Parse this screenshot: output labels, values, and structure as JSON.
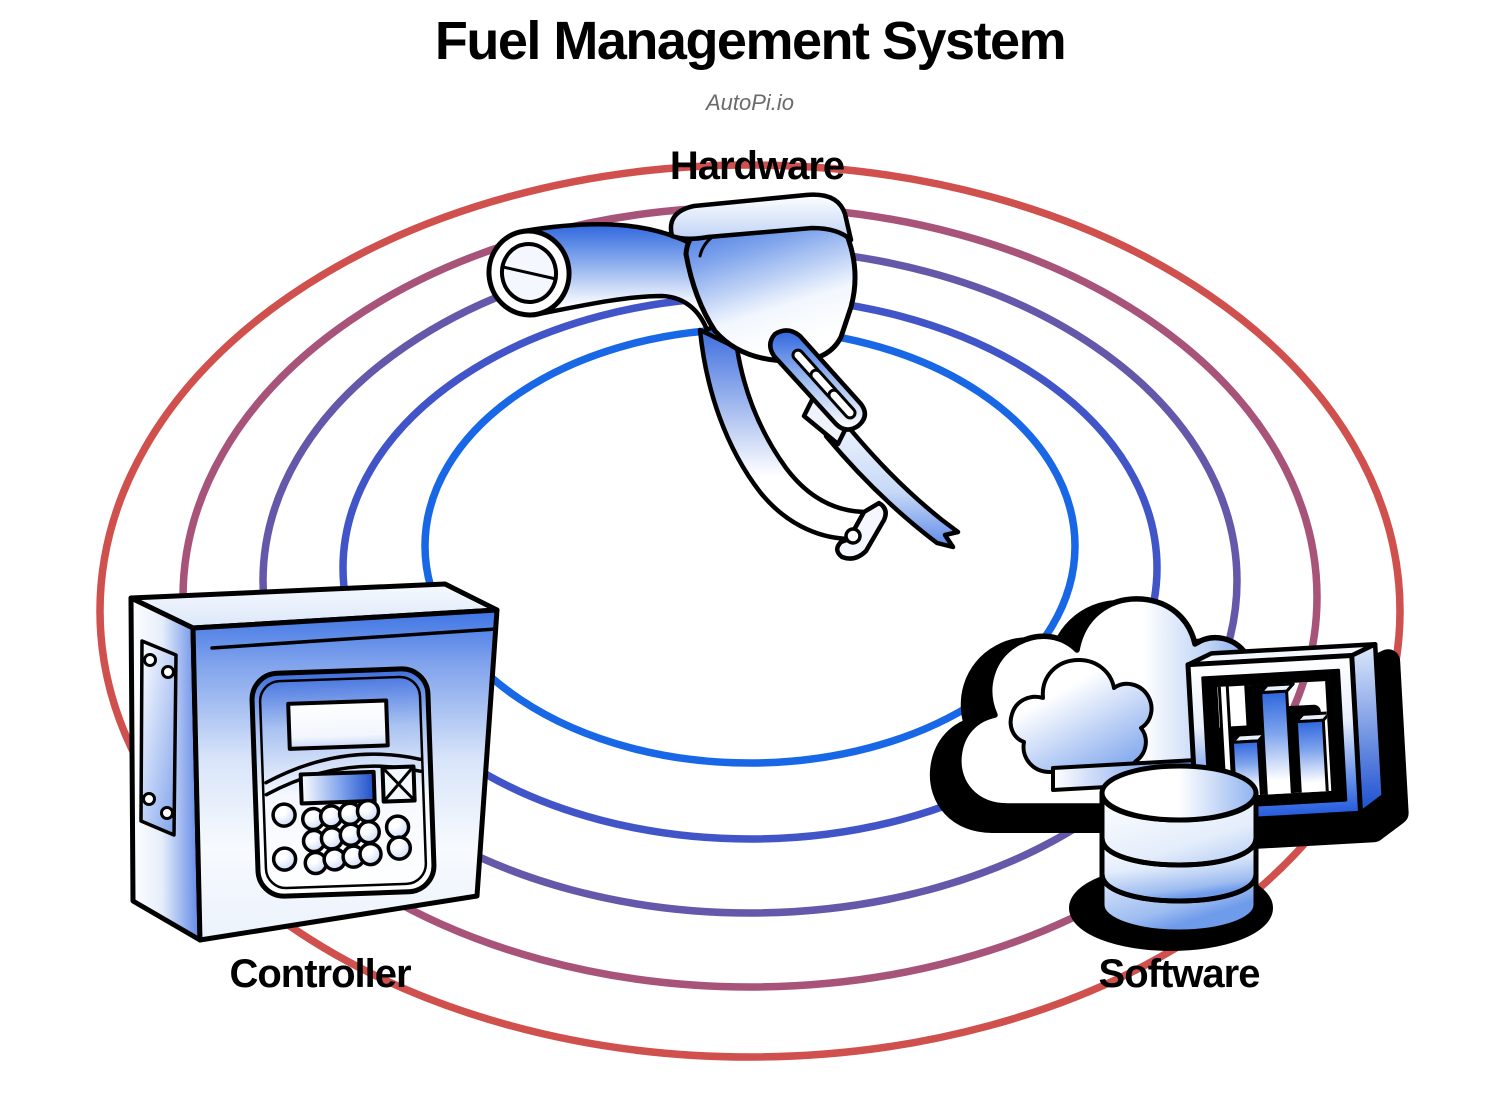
{
  "title": "Fuel Management System",
  "subtitle": "AutoPi.io",
  "nodes": {
    "hardware": {
      "label": "Hardware",
      "icon": "fuel-nozzle-icon"
    },
    "controller": {
      "label": "Controller",
      "icon": "fuel-controller-keypad-icon"
    },
    "software": {
      "label": "Software",
      "icon": "cloud-database-monitor-icon"
    }
  },
  "rings": [
    {
      "name": "ring-1-outer",
      "color": "#D0504E"
    },
    {
      "name": "ring-2",
      "color": "#A8537A"
    },
    {
      "name": "ring-3",
      "color": "#6557A9"
    },
    {
      "name": "ring-4",
      "color": "#4155C9"
    },
    {
      "name": "ring-5-inner",
      "color": "#1767E6"
    }
  ],
  "colors": {
    "outline": "#000000",
    "shade_blue": "#2E66DE",
    "title_text": "#000000",
    "subtitle_text": "#6A6A6A"
  }
}
